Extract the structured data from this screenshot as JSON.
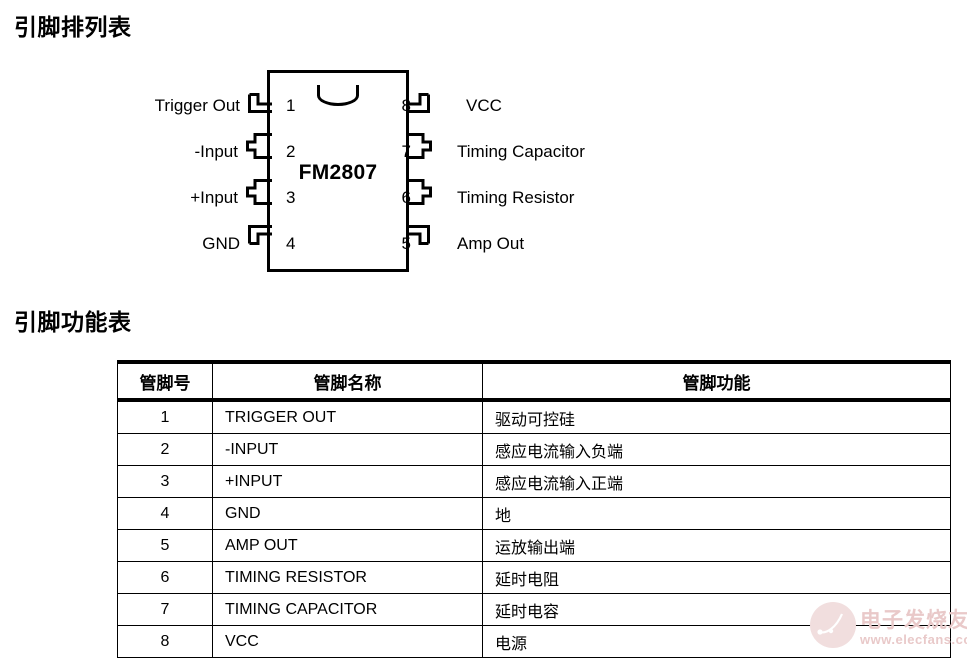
{
  "page": {
    "background_color": "#ffffff",
    "text_color": "#000000"
  },
  "sections": {
    "pinout_heading": "引脚排列表",
    "function_heading": "引脚功能表"
  },
  "chip": {
    "part_number": "FM2807",
    "package_notch": "semicircle-notch",
    "pins_left": [
      {
        "number": "1",
        "label": "Trigger Out",
        "lead": "corner"
      },
      {
        "number": "2",
        "label": "-Input",
        "lead": "middle"
      },
      {
        "number": "3",
        "label": "+Input",
        "lead": "middle"
      },
      {
        "number": "4",
        "label": "GND",
        "lead": "corner"
      }
    ],
    "pins_right": [
      {
        "number": "8",
        "label": "VCC",
        "lead": "corner"
      },
      {
        "number": "7",
        "label": "Timing Capacitor",
        "lead": "middle"
      },
      {
        "number": "6",
        "label": "Timing Resistor",
        "lead": "middle"
      },
      {
        "number": "5",
        "label": "Amp Out",
        "lead": "corner"
      }
    ]
  },
  "table": {
    "headers": [
      "管脚号",
      "管脚名称",
      "管脚功能"
    ],
    "rows": [
      {
        "num": "1",
        "name": "TRIGGER OUT",
        "func": "驱动可控硅"
      },
      {
        "num": "2",
        "name": "-INPUT",
        "func": "感应电流输入负端"
      },
      {
        "num": "3",
        "name": "+INPUT",
        "func": "感应电流输入正端"
      },
      {
        "num": "4",
        "name": "GND",
        "func": "地"
      },
      {
        "num": "5",
        "name": "AMP OUT",
        "func": "运放输出端"
      },
      {
        "num": "6",
        "name": "TIMING RESISTOR",
        "func": "延时电阻"
      },
      {
        "num": "7",
        "name": "TIMING CAPACITOR",
        "func": "延时电容"
      },
      {
        "num": "8",
        "name": "VCC",
        "func": "电源"
      }
    ]
  },
  "watermark": {
    "cn_text": "电子发烧友",
    "url_text": "www.elecfans.com",
    "color": "#e9c9c9"
  }
}
